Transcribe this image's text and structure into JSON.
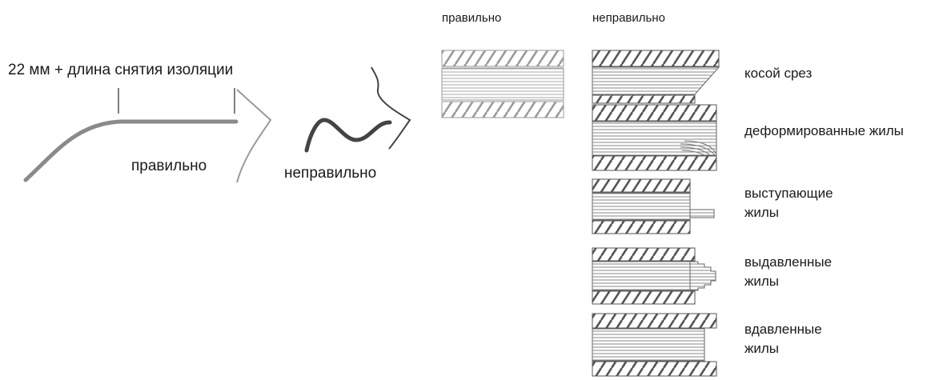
{
  "left_section": {
    "length_label": "22 мм + длина снятия изоляции",
    "correct_label": "правильно",
    "incorrect_label": "неправильно"
  },
  "right_section": {
    "correct_header": "правильно",
    "incorrect_header": "неправильно",
    "defects": [
      {
        "line1": "косой срез",
        "line2": ""
      },
      {
        "line1": "деформированные жилы",
        "line2": ""
      },
      {
        "line1": "выступающие",
        "line2": "жилы"
      },
      {
        "line1": "выдавленные",
        "line2": "жилы"
      },
      {
        "line1": "вдавленные",
        "line2": "жилы"
      }
    ]
  },
  "colors": {
    "hatch": "#555555",
    "hatch_light": "#999999",
    "strand": "#9a9a9a",
    "wire_correct": "#8a8a8a",
    "wire_incorrect": "#444444",
    "text": "#1a1a1a"
  }
}
